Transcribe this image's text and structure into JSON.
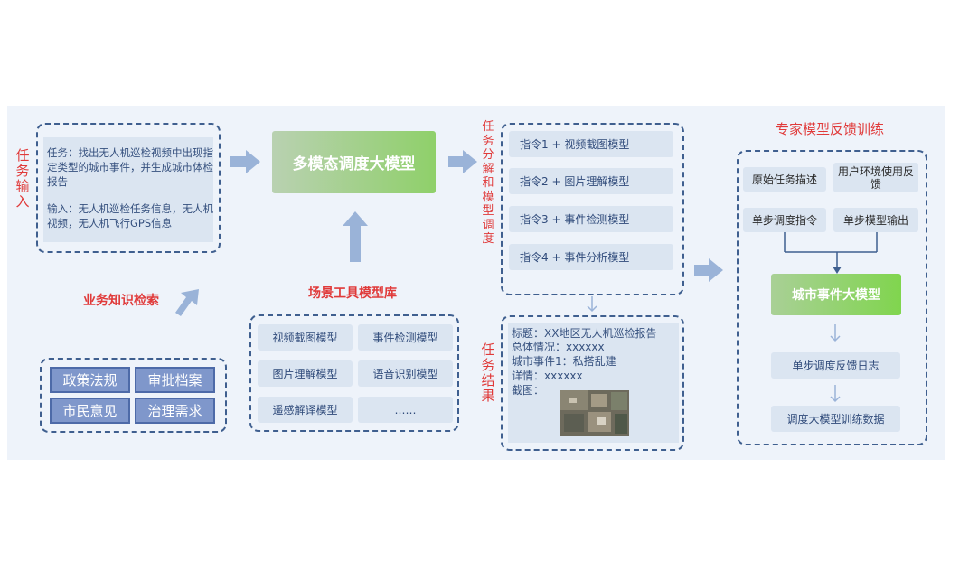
{
  "labels": {
    "task_input": "任务输入",
    "task_decompose": "任务分解和模型调度",
    "task_result": "任务结果",
    "knowledge_retrieval": "业务知识检索",
    "scene_tool_lib": "场景工具模型库",
    "expert_feedback": "专家模型反馈训练"
  },
  "input_box": {
    "task": "任务：找出无人机巡检视频中出现指定类型的城市事件，并生成城市体检报告",
    "input": "输入：无人机巡检任务信息，无人机视频，无人机飞行GPS信息"
  },
  "main_model": "多模态调度大模型",
  "knowledge_tags": [
    "政策法规",
    "审批档案",
    "市民意见",
    "治理需求"
  ],
  "tool_models": [
    "视频截图模型",
    "事件检测模型",
    "图片理解模型",
    "语音识别模型",
    "遥感解译模型",
    "……"
  ],
  "instructions": [
    "指令1 + 视频截图模型",
    "指令2 + 图片理解模型",
    "指令3 + 事件检测模型",
    "指令4 + 事件分析模型"
  ],
  "result": {
    "title": "标题：XX地区无人机巡检报告",
    "overview": "总体情况：xxxxxx",
    "event": "城市事件1：私搭乱建",
    "details": "详情：xxxxxx",
    "screenshot": "截图："
  },
  "feedback": {
    "chips": [
      "原始任务描述",
      "用户环境使用反馈",
      "单步调度指令",
      "单步模型输出"
    ],
    "city_model": "城市事件大模型",
    "log": "单步调度反馈日志",
    "train_data": "调度大模型训练数据"
  },
  "colors": {
    "accent_red": "#e03a3a",
    "dashed_border": "#3f5f8f",
    "arrow": "#9ab3d8",
    "model_green": "#7fd150"
  }
}
